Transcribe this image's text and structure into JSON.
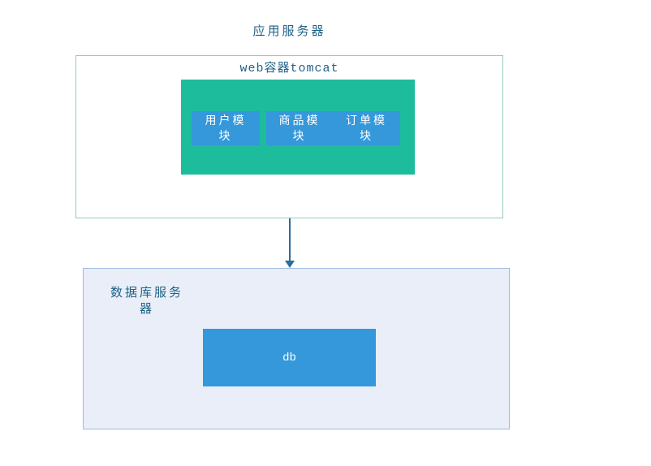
{
  "diagram": {
    "title": "应用服务器",
    "app_server": {
      "container_label": "web容器tomcat",
      "modules": [
        {
          "name": "user-module",
          "label": "用户模\n块"
        },
        {
          "name": "product-module",
          "label": "商品模\n块"
        },
        {
          "name": "order-module",
          "label": "订单模\n块"
        }
      ]
    },
    "db_server": {
      "label": "数据库服务\n器",
      "db_label": "db"
    },
    "colors": {
      "tomcat-green": "#1dbc9d",
      "module-blue": "#3498db",
      "app-box-border": "#8fccba",
      "db-box-border": "#9dbade",
      "db-box-fill": "#e9eef8",
      "ink": "#1f6287",
      "arrow": "#2b6e96"
    }
  }
}
